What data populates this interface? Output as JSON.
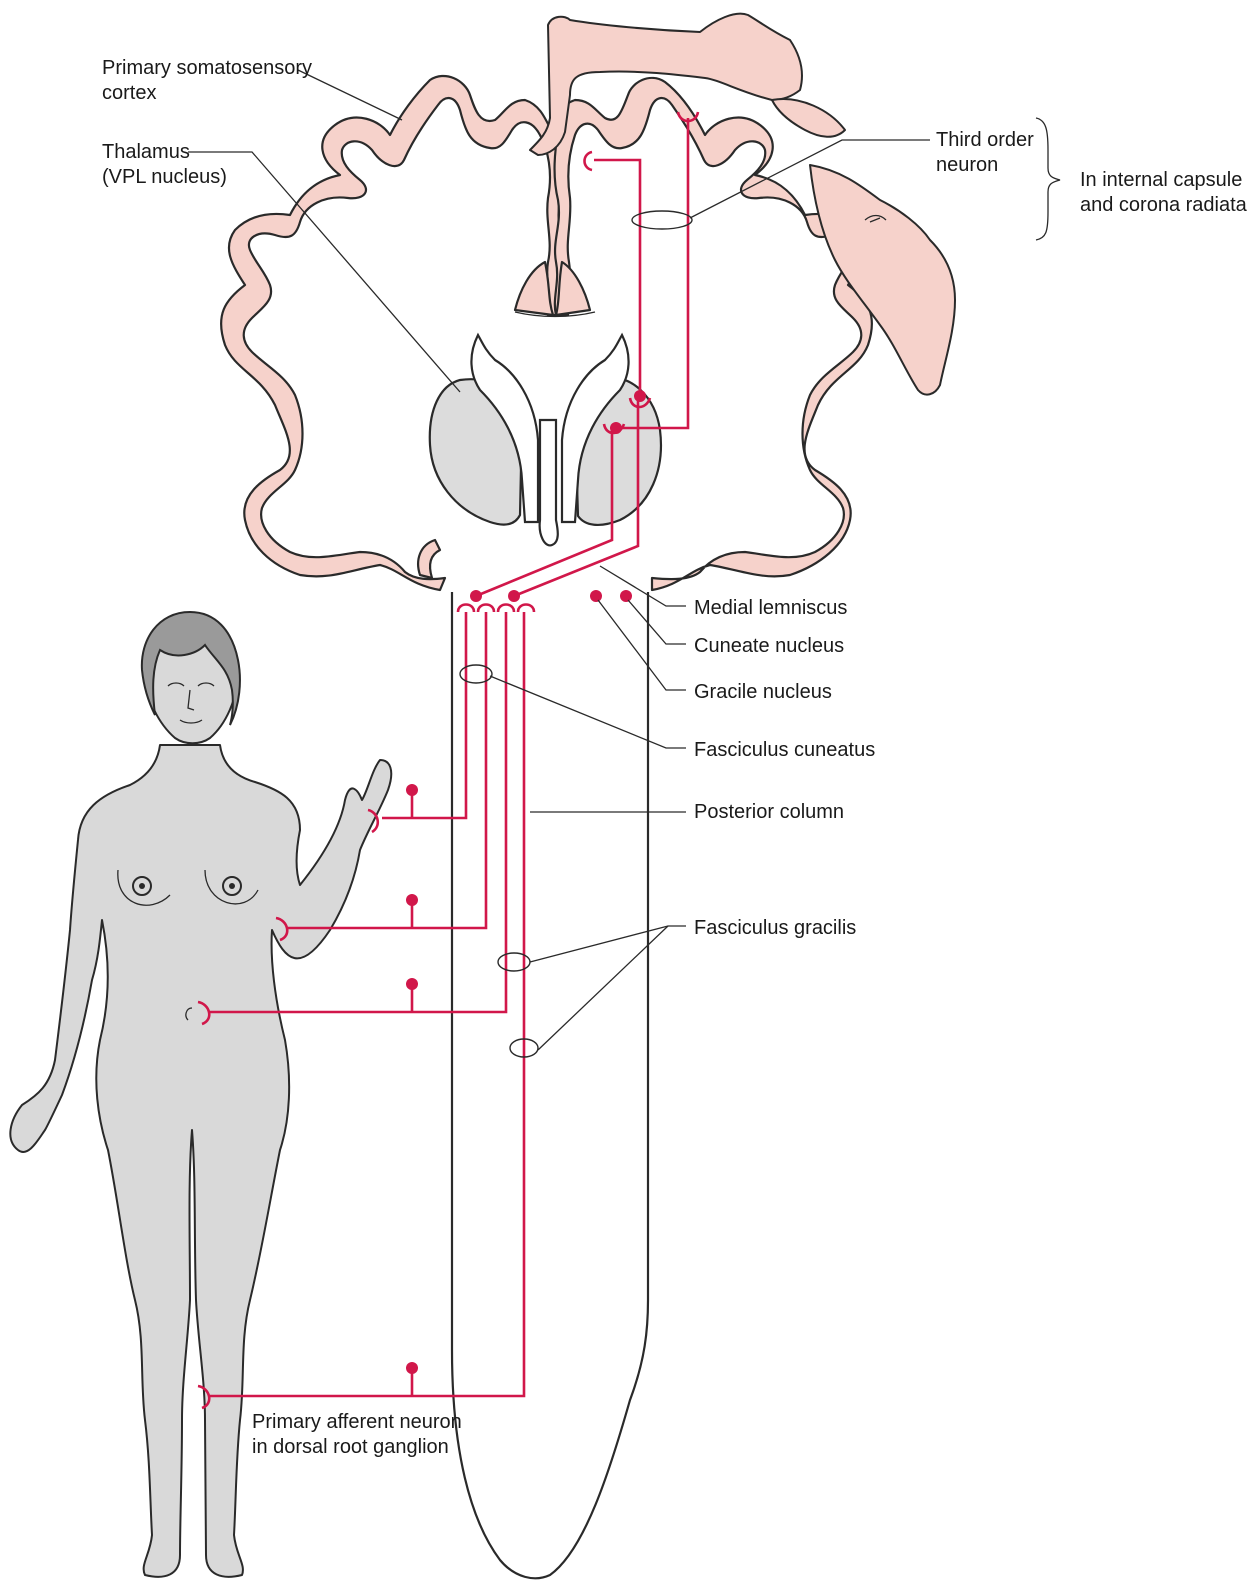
{
  "labels": {
    "primary_somatosensory_cortex": [
      "Primary somatosensory",
      "cortex"
    ],
    "thalamus": [
      "Thalamus",
      "(VPL nucleus)"
    ],
    "third_order_neuron": [
      "Third order",
      "neuron"
    ],
    "internal_capsule": [
      "In internal capsule",
      "and corona radiata"
    ],
    "medial_lemniscus": "Medial lemniscus",
    "cuneate_nucleus": "Cuneate nucleus",
    "gracile_nucleus": "Gracile nucleus",
    "fasciculus_cuneatus": "Fasciculus cuneatus",
    "posterior_column": "Posterior column",
    "fasciculus_gracilis": "Fasciculus gracilis",
    "primary_afferent_neuron": [
      "Primary afferent neuron",
      "in dorsal root ganglion"
    ]
  },
  "colors": {
    "neuron": "#d1174a",
    "cortex_fill": "#f6d2cb",
    "thalamus_fill": "#dcdcdc",
    "body_fill": "#d9d9d9",
    "outline": "#2a2a2a"
  }
}
